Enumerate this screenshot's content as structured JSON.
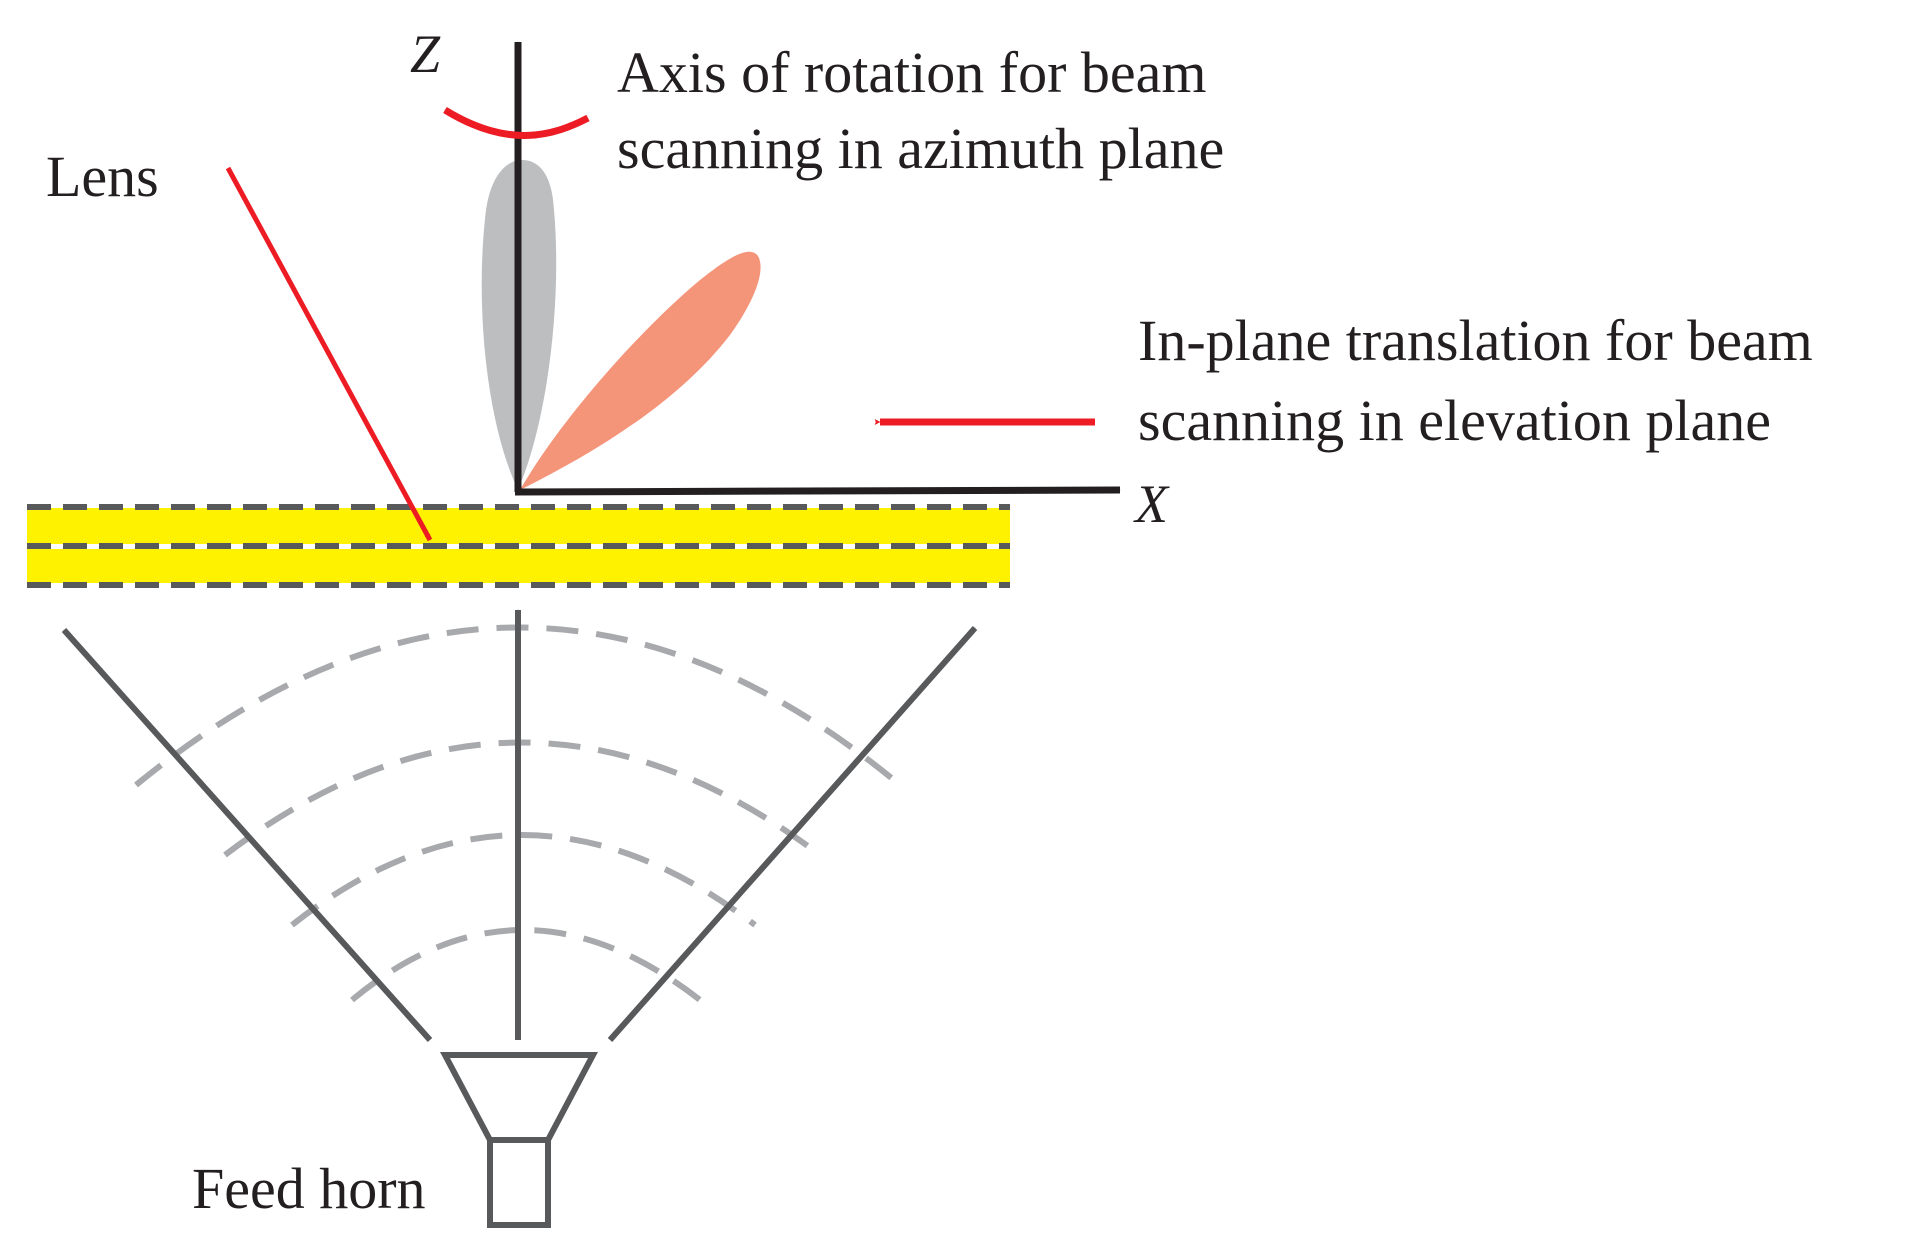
{
  "labels": {
    "z_axis": "Z",
    "x_axis": "X",
    "lens": "Lens",
    "rotation_line1": "Axis of rotation for beam",
    "rotation_line2": "scanning in azimuth plane",
    "translation_line1": "In-plane translation for beam",
    "translation_line2": "scanning in elevation plane",
    "feed_horn": "Feed horn"
  },
  "colors": {
    "lens_fill": "#fff200",
    "lens_dash": "#58595b",
    "red_arrow": "#ed1c24",
    "beam_main": "#bcbec0",
    "beam_scanned": "#f4957a",
    "axis": "#231f20",
    "ray": "#58595b",
    "wavefront": "#a7a9ac",
    "horn": "#58595b"
  }
}
